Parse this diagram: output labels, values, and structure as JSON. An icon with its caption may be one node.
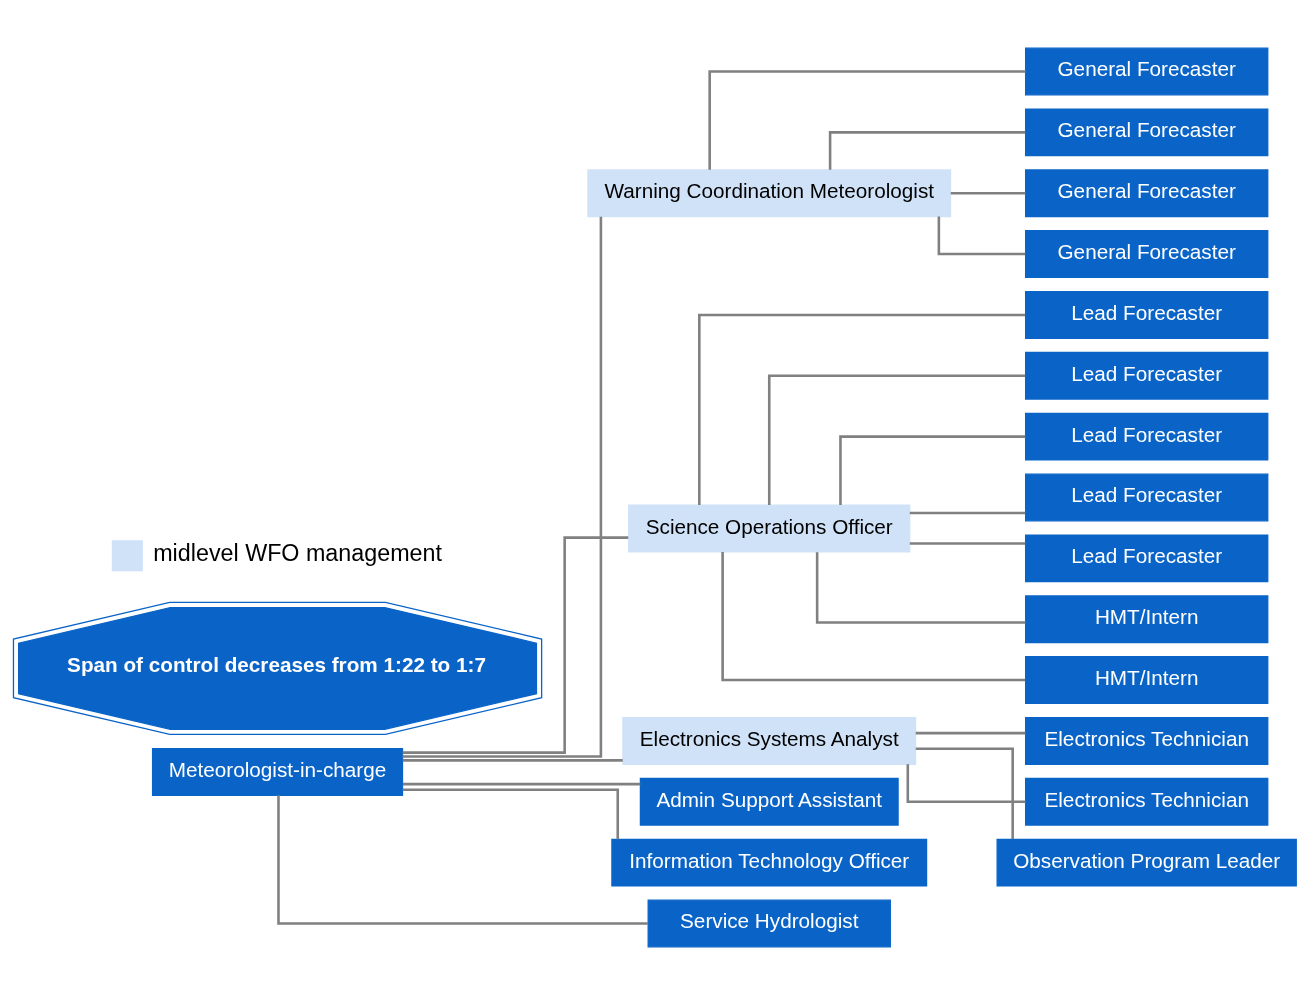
{
  "diagram": {
    "nodes": [
      {
        "text": [
          "Meteorologist-in-charge"
        ]
      },
      {
        "text": [
          "Warning Coordination Meteorologist"
        ]
      },
      {
        "text": [
          "General Forecaster"
        ]
      },
      {
        "text": [
          "General Forecaster"
        ]
      },
      {
        "text": [
          "General Forecaster"
        ]
      },
      {
        "text": [
          "General Forecaster"
        ]
      },
      {
        "text": [
          "Science Operations Officer"
        ]
      },
      {
        "text": [
          "Lead Forecaster"
        ]
      },
      {
        "text": [
          "Lead Forecaster"
        ]
      },
      {
        "text": [
          "Lead Forecaster"
        ]
      },
      {
        "text": [
          "Lead Forecaster"
        ]
      },
      {
        "text": [
          "Lead Forecaster"
        ]
      },
      {
        "text": [
          "HMT/Intern"
        ]
      },
      {
        "text": [
          "HMT/Intern"
        ]
      },
      {
        "text": [
          "Electronics Systems Analyst"
        ]
      },
      {
        "text": [
          "Electronics Technician"
        ]
      },
      {
        "text": [
          "Electronics Technician"
        ]
      },
      {
        "text": [
          "Observation Program Leader"
        ]
      },
      {
        "text": [
          "Admin Support Assistant"
        ]
      },
      {
        "text": [
          "Information Technology Officer"
        ]
      },
      {
        "text": [
          "Service Hydrologist"
        ]
      },
      {
        "text": [
          "Span of control decreases from 1:22 to 1:7"
        ]
      }
    ],
    "edges": [
      {
        "from": 0,
        "to": 1,
        "arrow": "none"
      },
      {
        "from": 0,
        "to": 6,
        "arrow": "none"
      },
      {
        "from": 0,
        "to": 14,
        "arrow": "none"
      },
      {
        "from": 0,
        "to": 18,
        "arrow": "none"
      },
      {
        "from": 0,
        "to": 19,
        "arrow": "none"
      },
      {
        "from": 0,
        "to": 20,
        "arrow": "none"
      },
      {
        "from": 1,
        "to": 2,
        "arrow": "none"
      },
      {
        "from": 1,
        "to": 3,
        "arrow": "none"
      },
      {
        "from": 1,
        "to": 4,
        "arrow": "none"
      },
      {
        "from": 1,
        "to": 5,
        "arrow": "none"
      },
      {
        "from": 6,
        "to": 7,
        "arrow": "none"
      },
      {
        "from": 6,
        "to": 8,
        "arrow": "none"
      },
      {
        "from": 6,
        "to": 9,
        "arrow": "none"
      },
      {
        "from": 6,
        "to": 10,
        "arrow": "none"
      },
      {
        "from": 6,
        "to": 11,
        "arrow": "none"
      },
      {
        "from": 6,
        "to": 12,
        "arrow": "none"
      },
      {
        "from": 6,
        "to": 13,
        "arrow": "none"
      },
      {
        "from": 14,
        "to": 15,
        "arrow": "none"
      },
      {
        "from": 14,
        "to": 16,
        "arrow": "none"
      },
      {
        "from": 14,
        "to": 17,
        "arrow": "none"
      }
    ],
    "legend": [
      {
        "text": "midlevel WFO management",
        "color": "#cfe2f7"
      }
    ]
  }
}
